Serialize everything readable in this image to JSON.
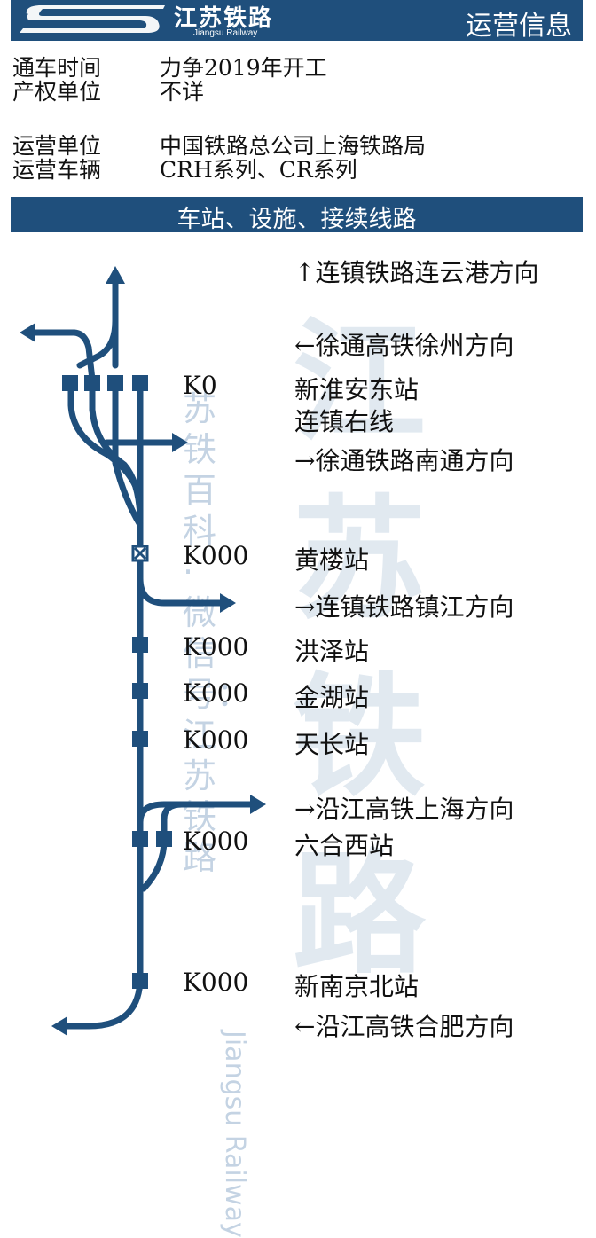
{
  "header": {
    "logo_text": "SR",
    "brand_name": "江苏铁路",
    "brand_subtitle": "Jiangsu Railway",
    "section_label": "运营信息"
  },
  "info": [
    {
      "label": "通车时间",
      "value": "力争2019年开工"
    },
    {
      "label": "产权单位",
      "value": "不详"
    },
    {
      "label": "运营单位",
      "value": "中国铁路总公司上海铁路局"
    },
    {
      "label": "运营车辆",
      "value": "CRH系列、CR系列"
    }
  ],
  "section_title": "车站、设施、接续线路",
  "diagram": {
    "entries": [
      {
        "km": "",
        "text": "↑连镇铁路连云港方向"
      },
      {
        "km": "",
        "text": "←徐通高铁徐州方向"
      },
      {
        "km": "K0",
        "text": "新淮安东站"
      },
      {
        "km": "",
        "text": "连镇右线"
      },
      {
        "km": "",
        "text": "→徐通铁路南通方向"
      },
      {
        "km": "K000",
        "text": "黄楼站"
      },
      {
        "km": "",
        "text": "→连镇铁路镇江方向"
      },
      {
        "km": "K000",
        "text": "洪泽站"
      },
      {
        "km": "K000",
        "text": "金湖站"
      },
      {
        "km": "K000",
        "text": "天长站"
      },
      {
        "km": "",
        "text": "→沿江高铁上海方向"
      },
      {
        "km": "K000",
        "text": "六合西站"
      },
      {
        "km": "K000",
        "text": "新南京北站"
      },
      {
        "km": "",
        "text": "←沿江高铁合肥方向"
      }
    ],
    "line_color": "#1f4f7c"
  },
  "watermarks": {
    "vertical_cn": "苏铁百科·微信号：江苏铁路",
    "vertical_en": "Jiangsu Railway",
    "big_cn": "江苏铁路"
  }
}
